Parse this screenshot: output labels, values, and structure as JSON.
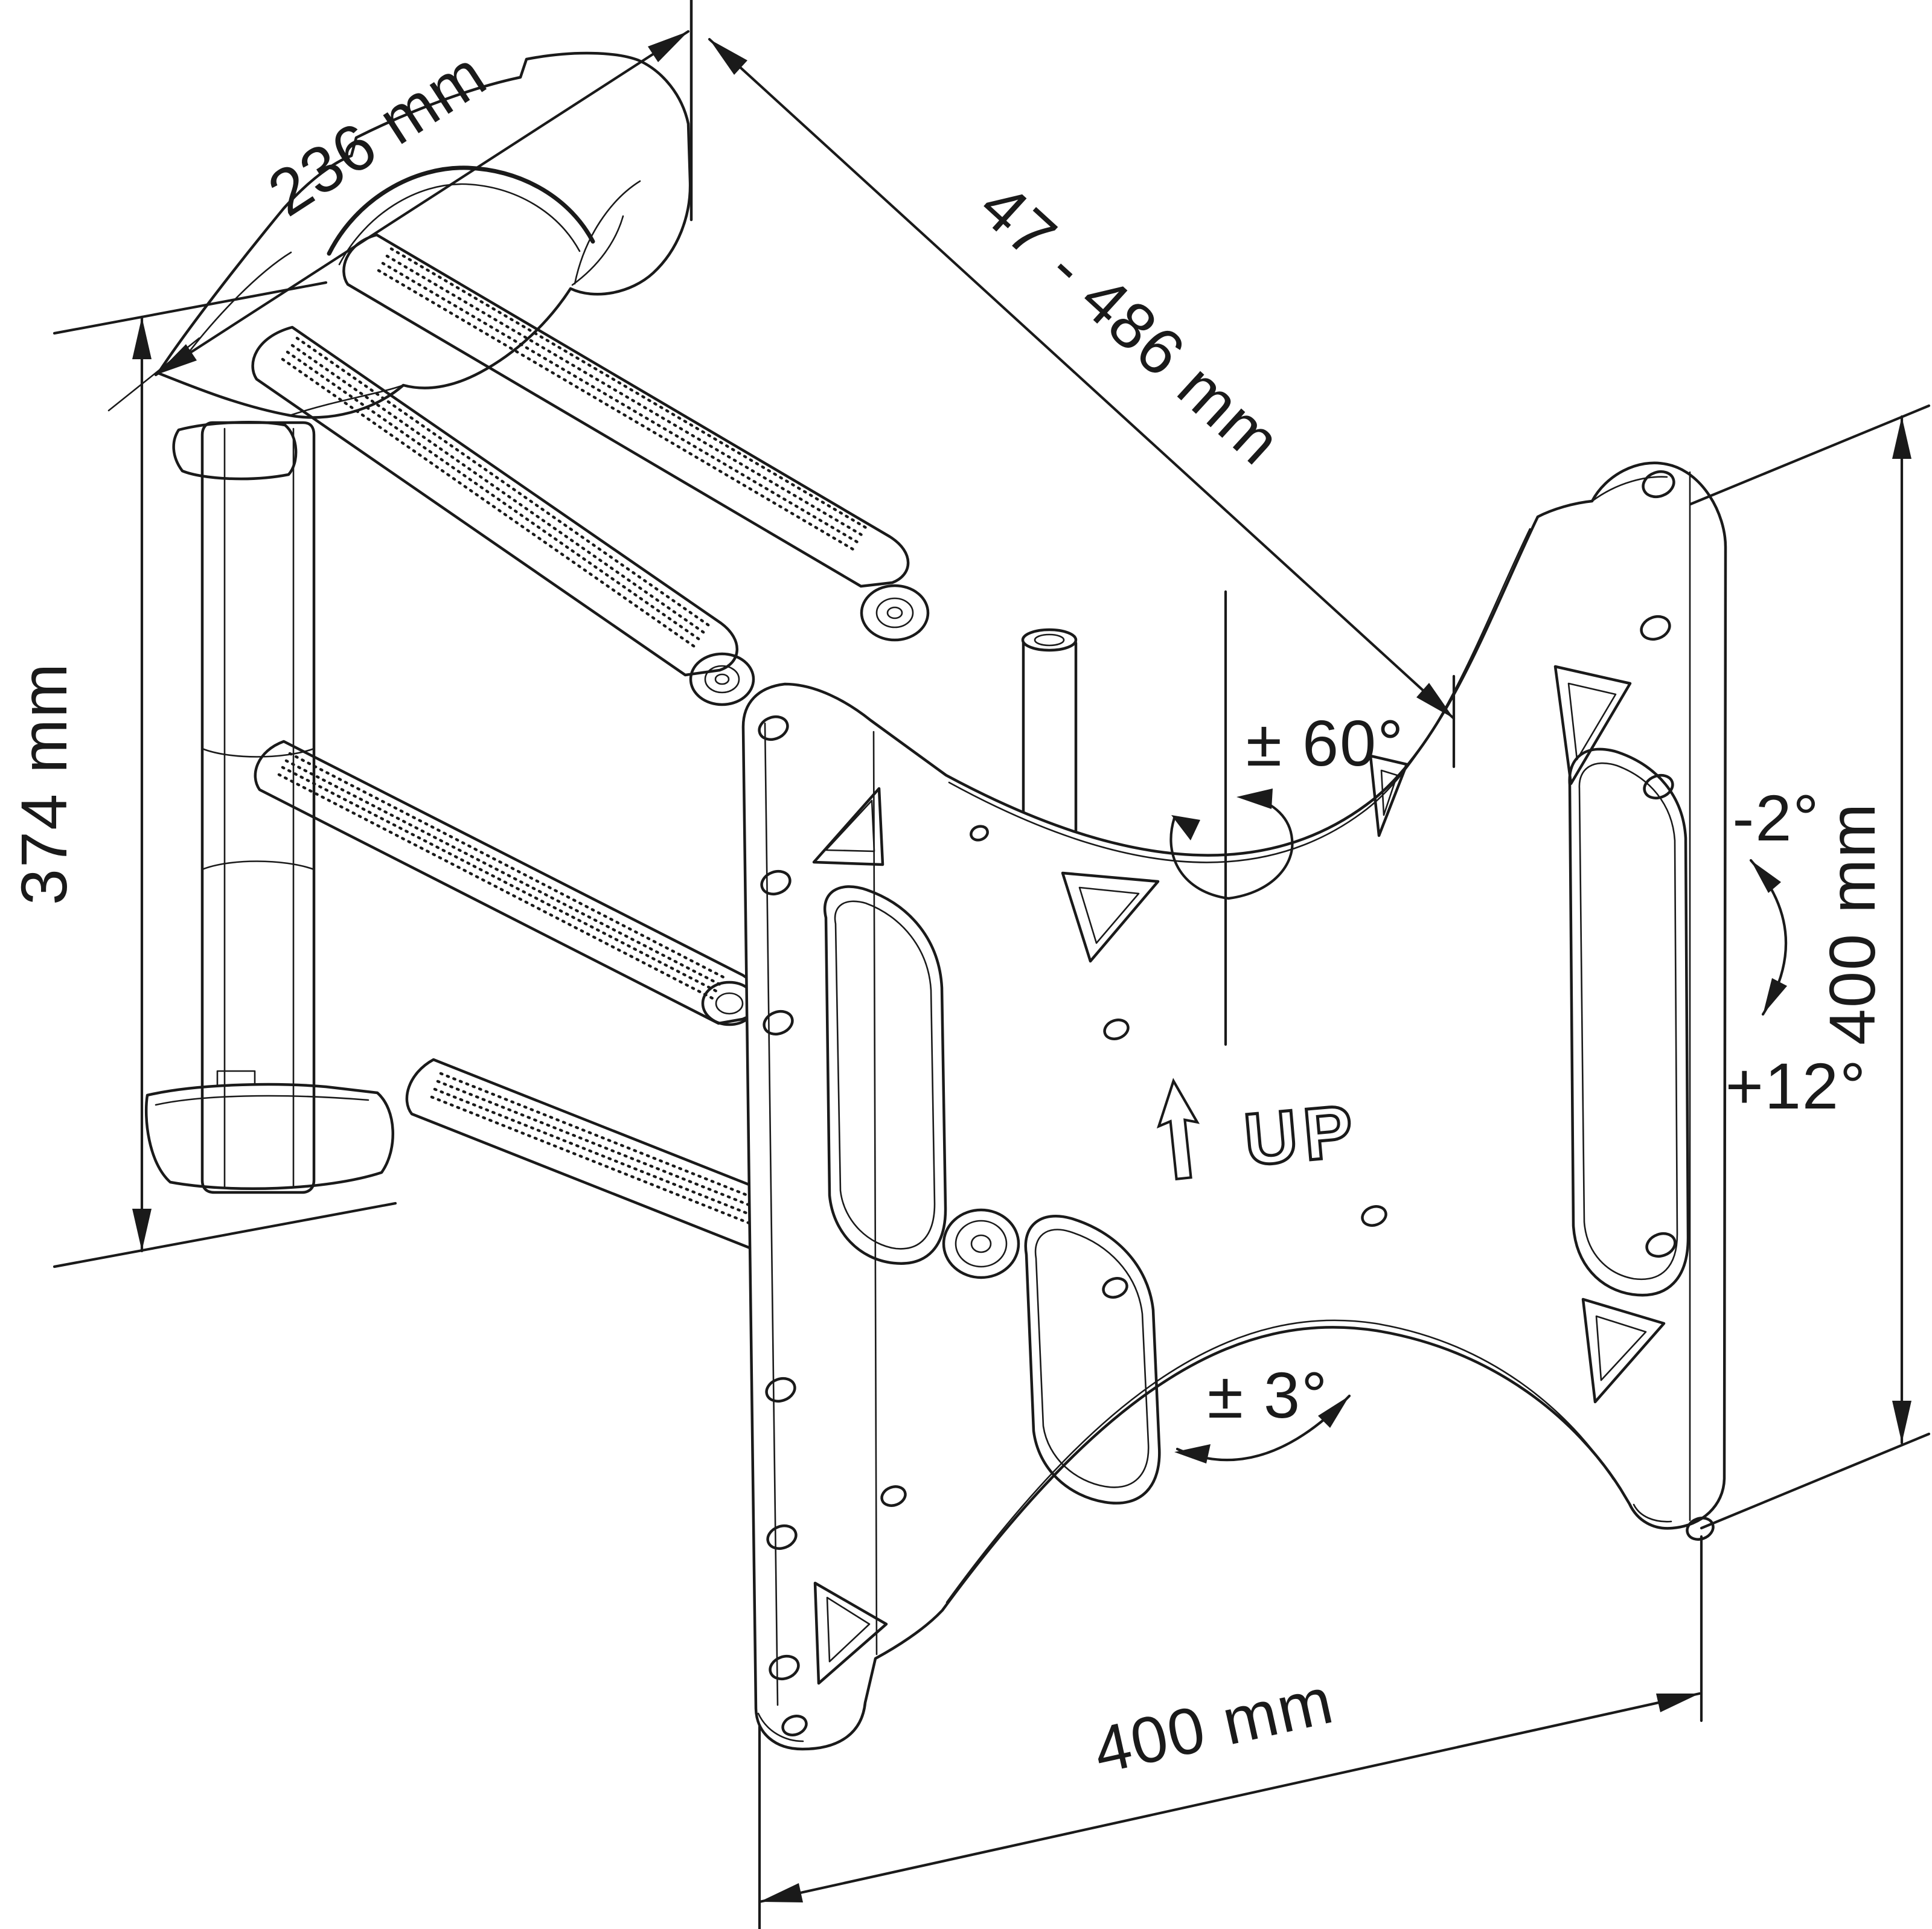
{
  "diagram": {
    "type": "technical-drawing",
    "subject": "Articulating TV wall mount — isometric line drawing with dimension callouts",
    "colors": {
      "line": "#1a1a1a",
      "background": "#ffffff"
    },
    "dimensions": {
      "bracket_width": "236 mm",
      "extension_range": "47 - 486 mm",
      "wall_plate_height": "374 mm",
      "swivel_range": "± 60°",
      "tilt_up": "-2°",
      "tilt_down": "+12°",
      "vesa_height": "400 mm",
      "vesa_width": "400 mm",
      "level_adjustment": "± 3°"
    },
    "labels": {
      "orientation": "UP"
    }
  }
}
